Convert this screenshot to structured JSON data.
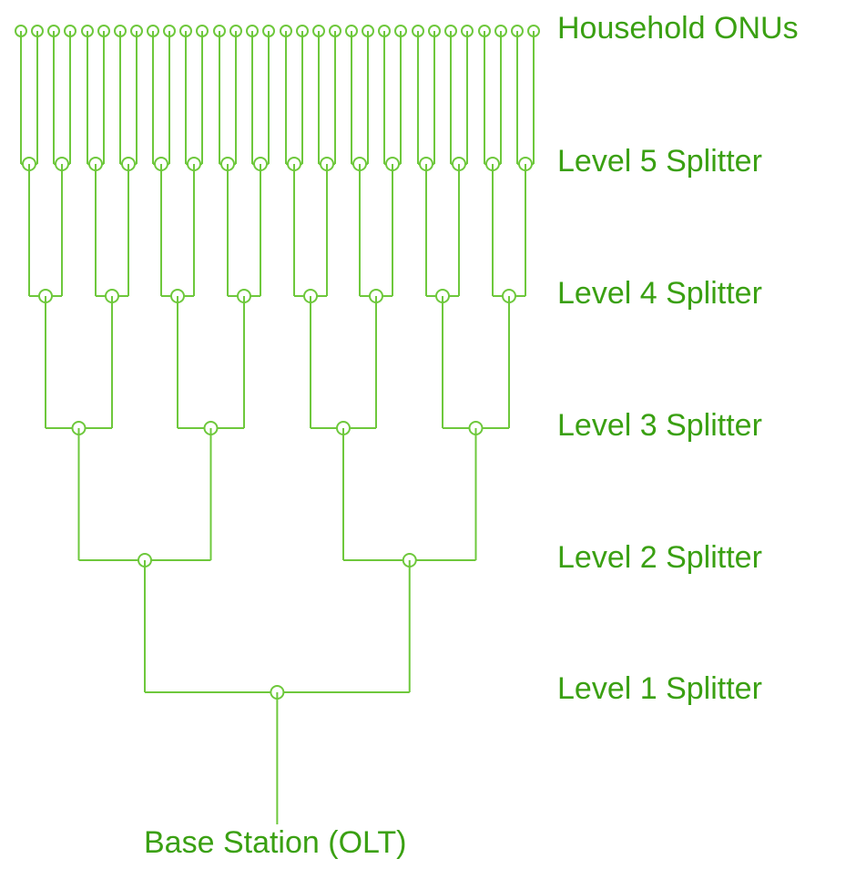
{
  "colors": {
    "line": "#6ec83c",
    "text": "#3aa012",
    "background": "#ffffff"
  },
  "levels": {
    "household": "Household ONUs",
    "level5": "Level 5 Splitter",
    "level4": "Level 4 Splitter",
    "level3": "Level 3 Splitter",
    "level2": "Level 2 Splitter",
    "level1": "Level 1 Splitter"
  },
  "base_station": "Base Station (OLT)",
  "topology": {
    "type": "binary-tree",
    "splitter_levels": 5,
    "household_onu_count": 32
  }
}
